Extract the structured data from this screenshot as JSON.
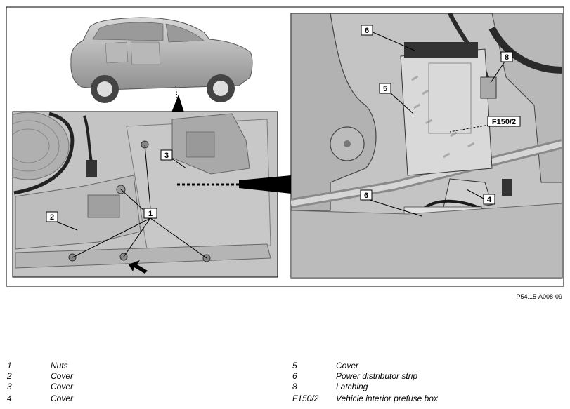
{
  "figure": {
    "callouts": {
      "c1": "1",
      "c2": "2",
      "c3": "3",
      "c4": "4",
      "c5": "5",
      "c6a": "6",
      "c6b": "6",
      "c8": "8",
      "cf150": "F150/2"
    },
    "reference_code": "P54.15-A008-09"
  },
  "legend": {
    "left": [
      {
        "number": "1",
        "description": "Nuts"
      },
      {
        "number": "2",
        "description": "Cover"
      },
      {
        "number": "3",
        "description": "Cover"
      },
      {
        "number": "4",
        "description": "Cover"
      }
    ],
    "right": [
      {
        "number": "5",
        "description": "Cover"
      },
      {
        "number": "6",
        "description": "Power distributor strip"
      },
      {
        "number": "8",
        "description": "Latching"
      },
      {
        "number": "F150/2",
        "description": "Vehicle interior prefuse box"
      }
    ]
  },
  "colors": {
    "panel_grey": "#c4c4c4",
    "detail_grey": "#b0b0b0",
    "outline": "#000000"
  }
}
